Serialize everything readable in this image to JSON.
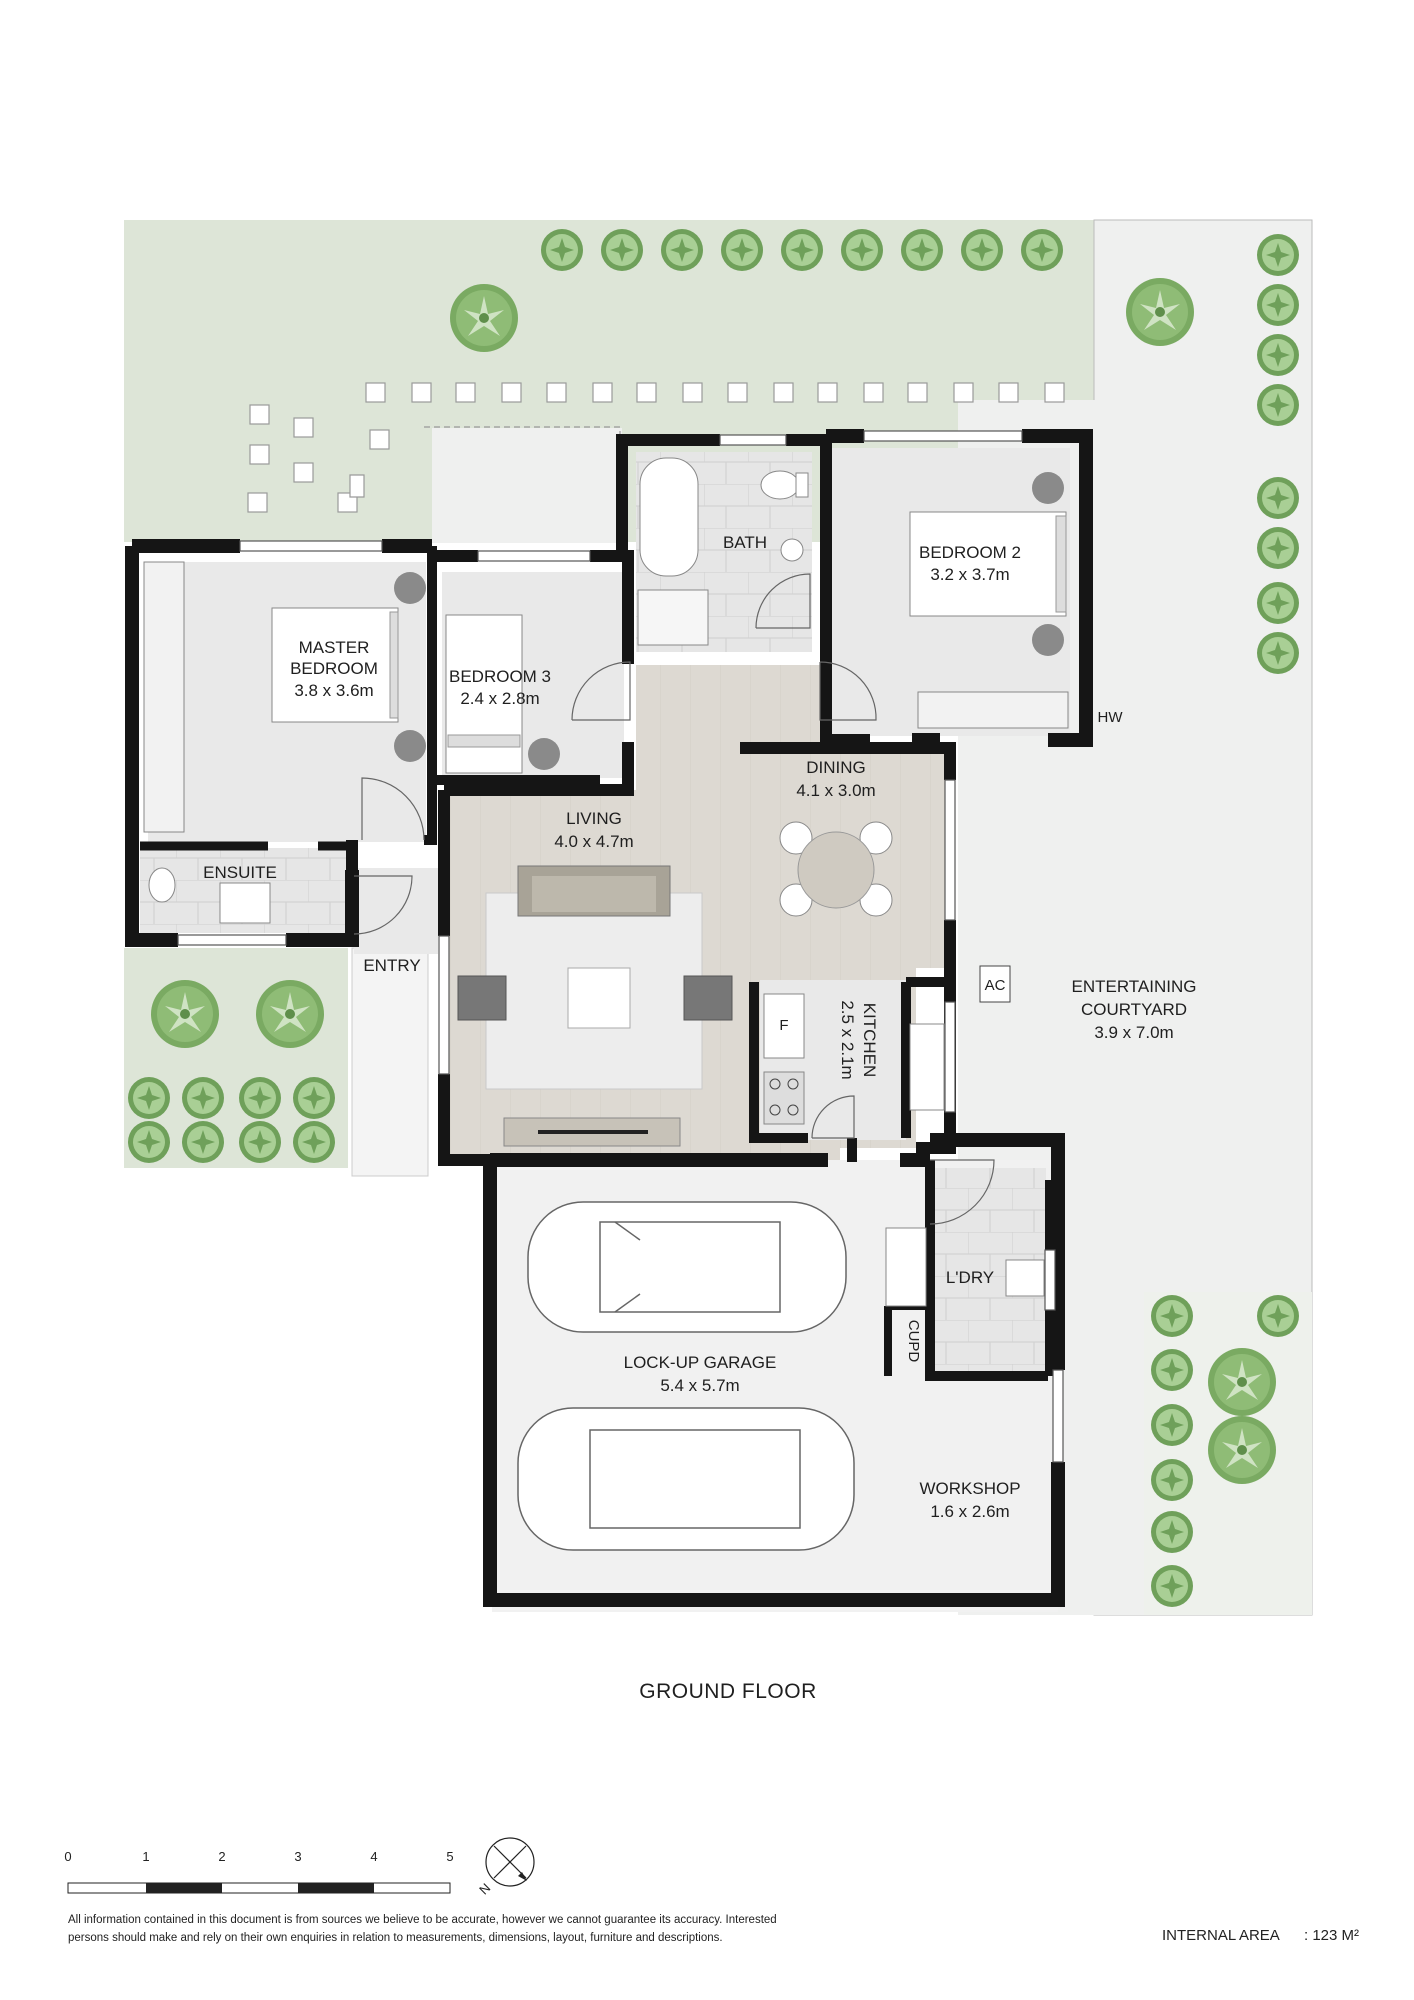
{
  "floor_title": "GROUND FLOOR",
  "rooms": {
    "master_bedroom": {
      "name_line1": "MASTER",
      "name_line2": "BEDROOM",
      "size": "3.8 x 3.6m"
    },
    "bedroom3": {
      "name": "BEDROOM 3",
      "size": "2.4 x 2.8m"
    },
    "bath": {
      "name": "BATH"
    },
    "bedroom2": {
      "name": "BEDROOM 2",
      "size": "3.2 x 3.7m"
    },
    "hw": {
      "name": "HW"
    },
    "ensuite": {
      "name": "ENSUITE"
    },
    "living": {
      "name": "LIVING",
      "size": "4.0 x 4.7m"
    },
    "dining": {
      "name": "DINING",
      "size": "4.1 x 3.0m"
    },
    "entry": {
      "name": "ENTRY"
    },
    "kitchen": {
      "name": "KITCHEN",
      "size": "2.5 x 2.1m"
    },
    "fridge": {
      "name": "F"
    },
    "ac": {
      "name": "AC"
    },
    "courtyard": {
      "name_line1": "ENTERTAINING",
      "name_line2": "COURTYARD",
      "size": "3.9 x 7.0m"
    },
    "laundry": {
      "name": "L'DRY"
    },
    "cupboard": {
      "name": "CUPD"
    },
    "garage": {
      "name": "LOCK-UP GARAGE",
      "size": "5.4 x 5.7m"
    },
    "workshop": {
      "name": "WORKSHOP",
      "size": "1.6 x 2.6m"
    }
  },
  "scale_bar": {
    "ticks": [
      "0",
      "1",
      "2",
      "3",
      "4",
      "5"
    ]
  },
  "compass": {
    "label": "N"
  },
  "disclaimer": {
    "line1": "All information contained in this document is from sources we believe to be accurate, however we cannot guarantee its accuracy. Interested",
    "line2": "persons should make and rely on their own enquiries in relation to measurements, dimensions, layout, furniture and descriptions."
  },
  "internal_area": {
    "label": "INTERNAL AREA",
    "value": ": 123 M²"
  },
  "colors": {
    "wall": "#151515",
    "room_floor": "#e9e9e9",
    "living_floor": "#ddd9d2",
    "lawn": "#dde5d7",
    "paving": "#eff0ef",
    "tree": "#7aaa62"
  }
}
